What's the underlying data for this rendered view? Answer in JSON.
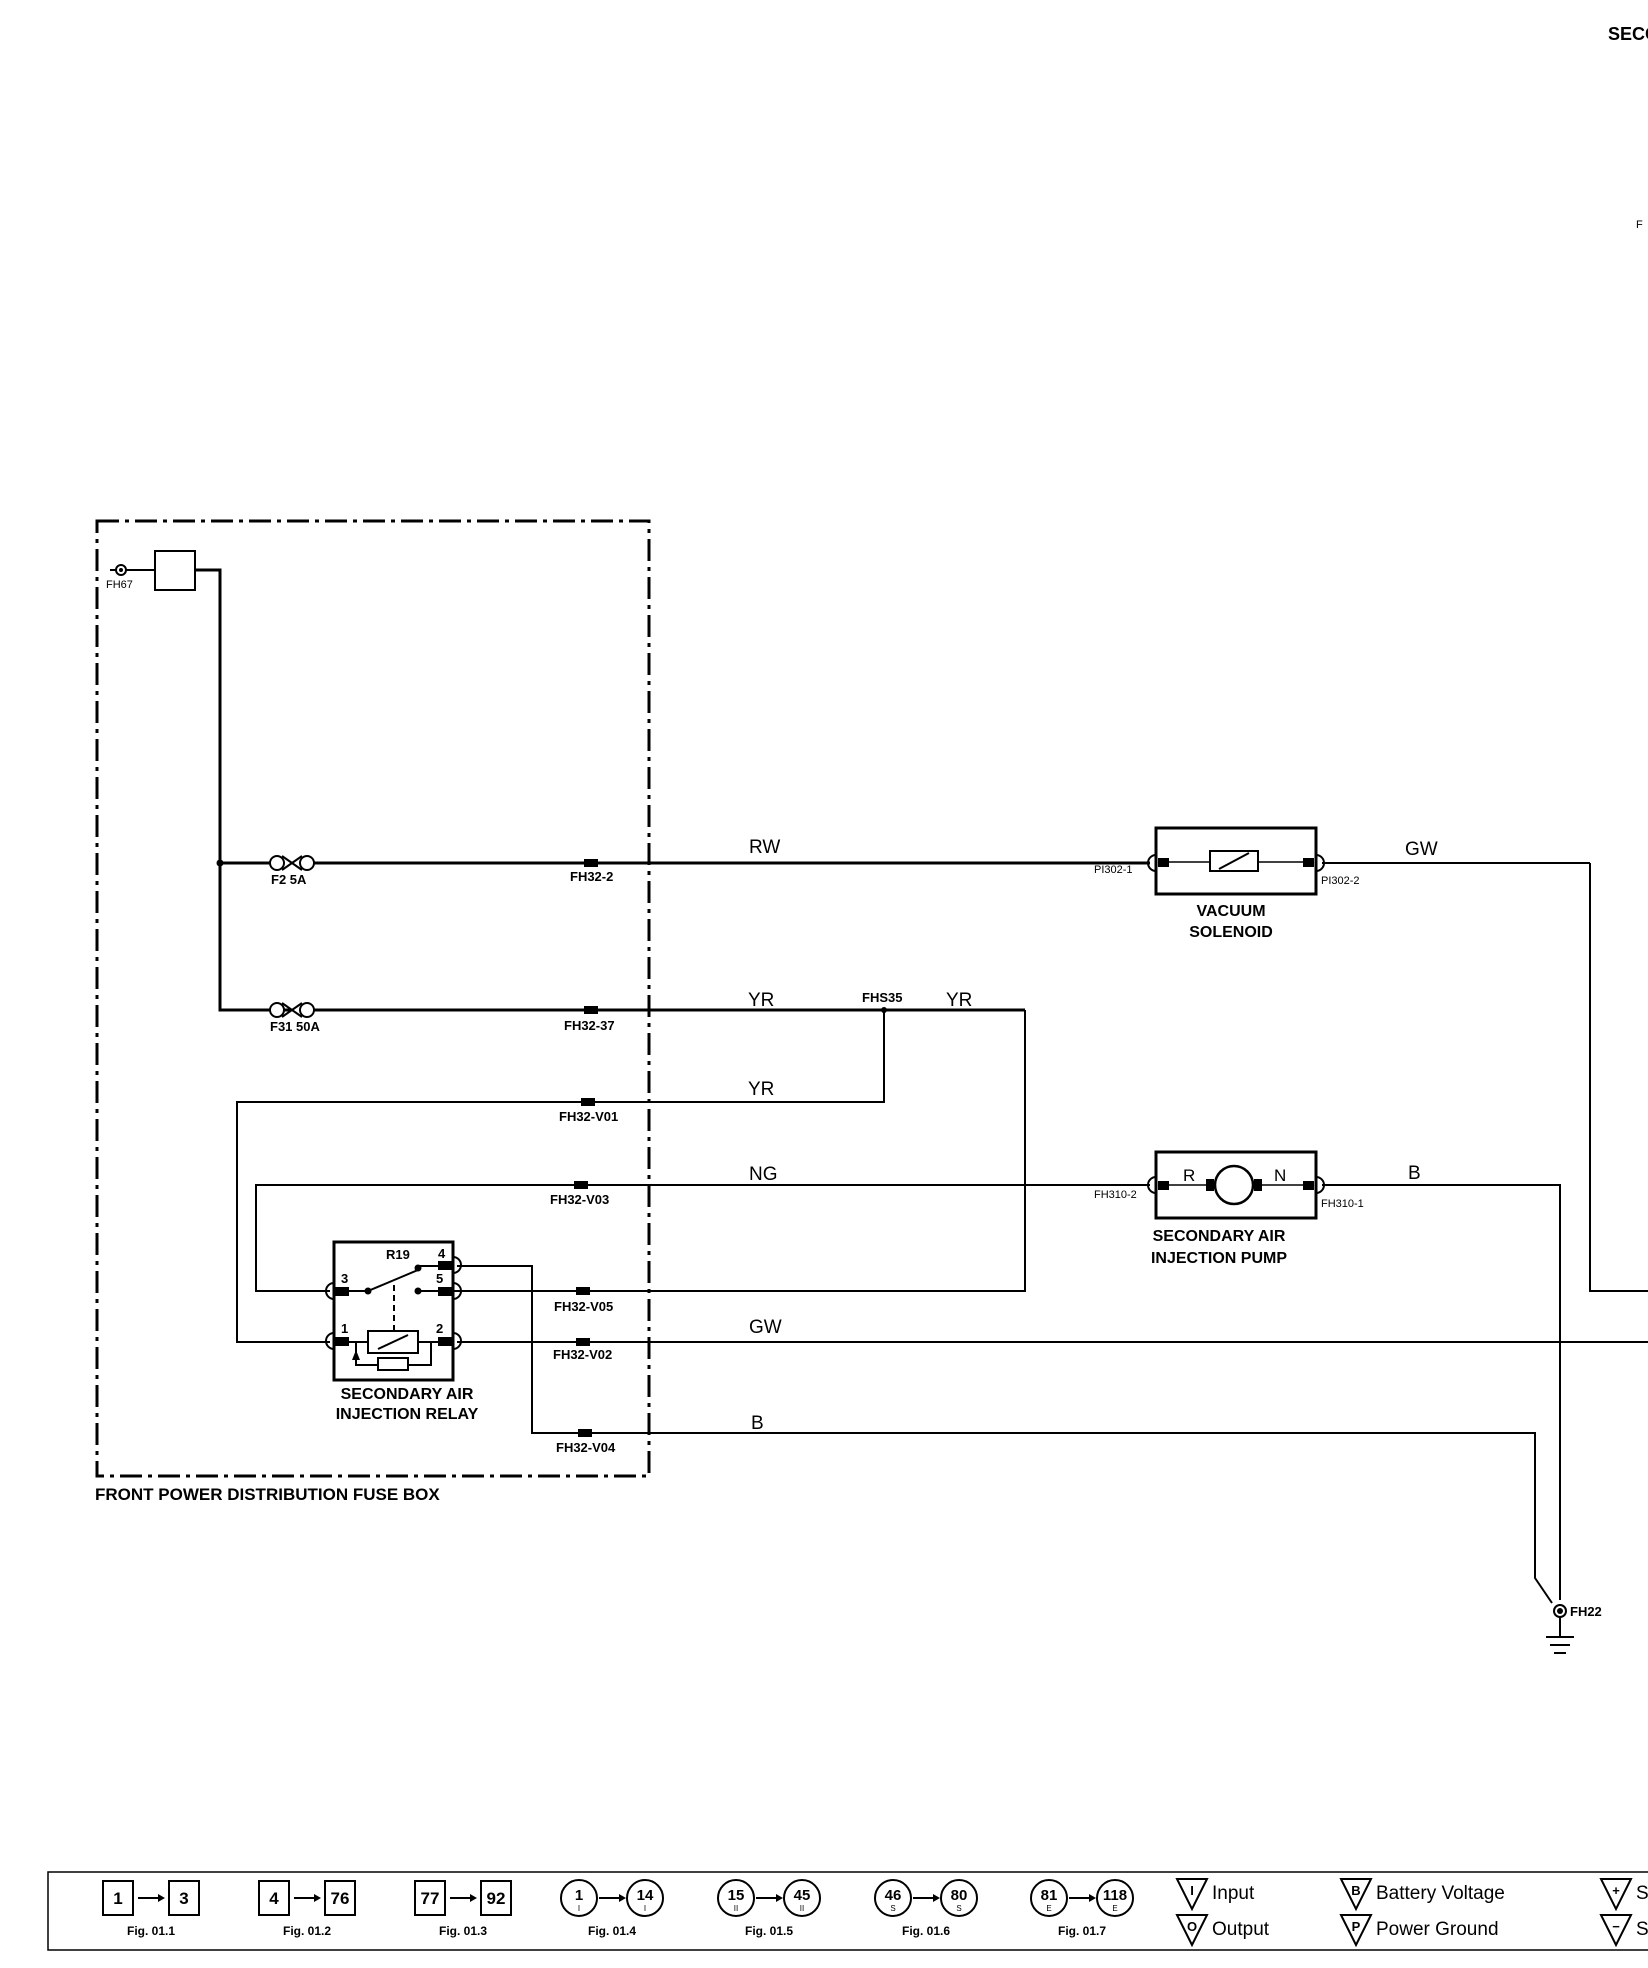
{
  "header": {
    "title_fragment": "SECO",
    "edge_fragment": "F"
  },
  "fuse_box": {
    "label": "FRONT POWER DISTRIBUTION FUSE BOX",
    "supply_terminal": "FH67",
    "fuses": [
      {
        "id": "F2 5A"
      },
      {
        "id": "F31 50A"
      }
    ],
    "connectors": {
      "fh32_2": "FH32-2",
      "fh32_37": "FH32-37",
      "v01": "FH32-V01",
      "v03": "FH32-V03",
      "v05": "FH32-V05",
      "v02": "FH32-V02",
      "v04": "FH32-V04"
    }
  },
  "relay": {
    "name_line1": "SECONDARY AIR",
    "name_line2": "INJECTION RELAY",
    "id": "R19",
    "pins": [
      "3",
      "5",
      "4",
      "1",
      "2"
    ]
  },
  "wires": {
    "rw": "RW",
    "gw_top": "GW",
    "yr_left": "YR",
    "yr_right": "YR",
    "yr_lower": "YR",
    "ng": "NG",
    "b_pump": "B",
    "gw_lower": "GW",
    "b_lower": "B"
  },
  "splice": "FHS35",
  "vacuum_solenoid": {
    "line1": "VACUUM",
    "line2": "SOLENOID",
    "pin_left": "PI302-1",
    "pin_right": "PI302-2"
  },
  "pump": {
    "line1": "SECONDARY AIR",
    "line2": "INJECTION PUMP",
    "pin_left": "FH310-2",
    "pin_right": "FH310-1",
    "terminal_r": "R",
    "terminal_n": "N"
  },
  "ground": {
    "id": "FH22"
  },
  "legend": {
    "figs": [
      {
        "from": "1",
        "to": "3",
        "caption": "Fig. 01.1",
        "shape": "square"
      },
      {
        "from": "4",
        "to": "76",
        "caption": "Fig. 01.2",
        "shape": "square"
      },
      {
        "from": "77",
        "to": "92",
        "caption": "Fig. 01.3",
        "shape": "square"
      },
      {
        "from": "1",
        "to": "14",
        "sub": "I",
        "caption": "Fig. 01.4",
        "shape": "circle"
      },
      {
        "from": "15",
        "to": "45",
        "sub": "II",
        "caption": "Fig. 01.5",
        "shape": "circle"
      },
      {
        "from": "46",
        "to": "80",
        "sub": "S",
        "caption": "Fig. 01.6",
        "shape": "circle"
      },
      {
        "from": "81",
        "to": "118",
        "sub": "E",
        "caption": "Fig. 01.7",
        "shape": "circle"
      }
    ],
    "symbols": [
      {
        "glyph": "I",
        "label": "Input"
      },
      {
        "glyph": "O",
        "label": "Output"
      },
      {
        "glyph": "B",
        "label": "Battery Voltage"
      },
      {
        "glyph": "P",
        "label": "Power Ground"
      },
      {
        "glyph": "+",
        "label": "S"
      },
      {
        "glyph": "−",
        "label": "S"
      }
    ]
  }
}
